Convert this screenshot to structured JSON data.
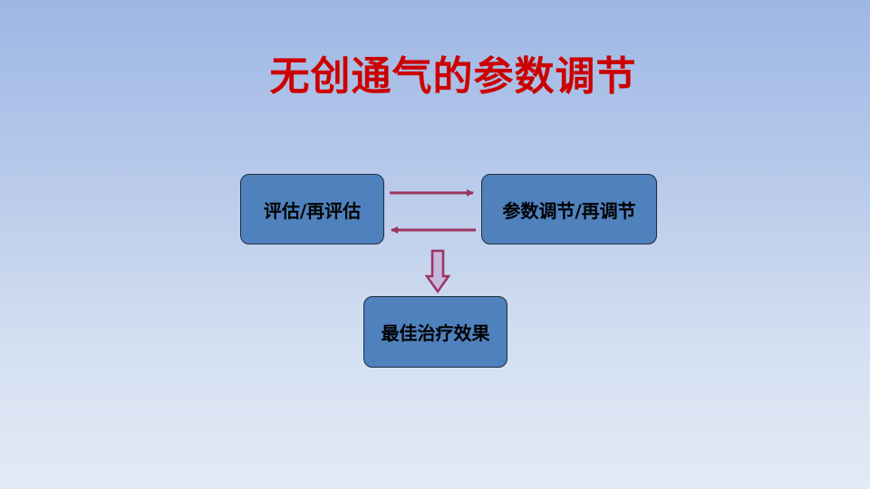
{
  "slide": {
    "title": "无创通气的参数调节"
  },
  "nodes": {
    "evaluate": "评估/再评估",
    "adjust": "参数调节/再调节",
    "result": "最佳治疗效果"
  },
  "colors": {
    "title": "#cc0000",
    "box_fill": "#4f81bd",
    "arrow": "#9b3560"
  }
}
